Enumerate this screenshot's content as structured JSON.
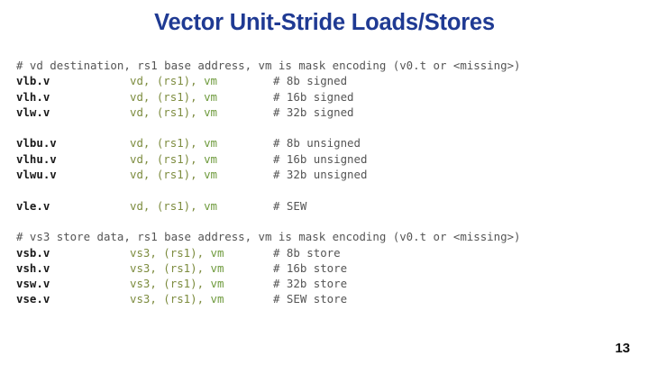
{
  "slide": {
    "title": "Vector Unit-Stride Loads/Stores",
    "title_color": "#1F3A93",
    "background_color": "#FFFFFF",
    "page_number": "13"
  },
  "code": {
    "mnemonic_color": "#1A1A1A",
    "operand_color": "#7D8C3F",
    "comment_color": "#555555",
    "lines": [
      {
        "type": "comment",
        "text": "# vd destination, rs1 base address, vm is mask encoding (v0.t or <missing>)"
      },
      {
        "type": "instruction",
        "mnemonic": "vlb.v",
        "operands": "vd, (rs1), ",
        "vm": "vm",
        "comment": "# 8b signed"
      },
      {
        "type": "instruction",
        "mnemonic": "vlh.v",
        "operands": "vd, (rs1), ",
        "vm": "vm",
        "comment": "# 16b signed"
      },
      {
        "type": "instruction",
        "mnemonic": "vlw.v",
        "operands": "vd, (rs1), ",
        "vm": "vm",
        "comment": "# 32b signed"
      },
      {
        "type": "blank"
      },
      {
        "type": "instruction",
        "mnemonic": "vlbu.v",
        "operands": "vd, (rs1), ",
        "vm": "vm",
        "comment": "# 8b unsigned"
      },
      {
        "type": "instruction",
        "mnemonic": "vlhu.v",
        "operands": "vd, (rs1), ",
        "vm": "vm",
        "comment": "# 16b unsigned"
      },
      {
        "type": "instruction",
        "mnemonic": "vlwu.v",
        "operands": "vd, (rs1), ",
        "vm": "vm",
        "comment": "# 32b unsigned"
      },
      {
        "type": "blank"
      },
      {
        "type": "instruction",
        "mnemonic": "vle.v",
        "operands": "vd, (rs1), ",
        "vm": "vm",
        "comment": "# SEW"
      },
      {
        "type": "blank"
      },
      {
        "type": "comment",
        "text": "# vs3 store data, rs1 base address, vm is mask encoding (v0.t or <missing>)"
      },
      {
        "type": "instruction",
        "mnemonic": "vsb.v",
        "operands": "vs3, (rs1), ",
        "vm": "vm",
        "comment": "# 8b store"
      },
      {
        "type": "instruction",
        "mnemonic": "vsh.v",
        "operands": "vs3, (rs1), ",
        "vm": "vm",
        "comment": "# 16b store"
      },
      {
        "type": "instruction",
        "mnemonic": "vsw.v",
        "operands": "vs3, (rs1), ",
        "vm": "vm",
        "comment": "# 32b store"
      },
      {
        "type": "instruction",
        "mnemonic": "vse.v",
        "operands": "vs3, (rs1), ",
        "vm": "vm",
        "comment": "# SEW store"
      }
    ]
  }
}
